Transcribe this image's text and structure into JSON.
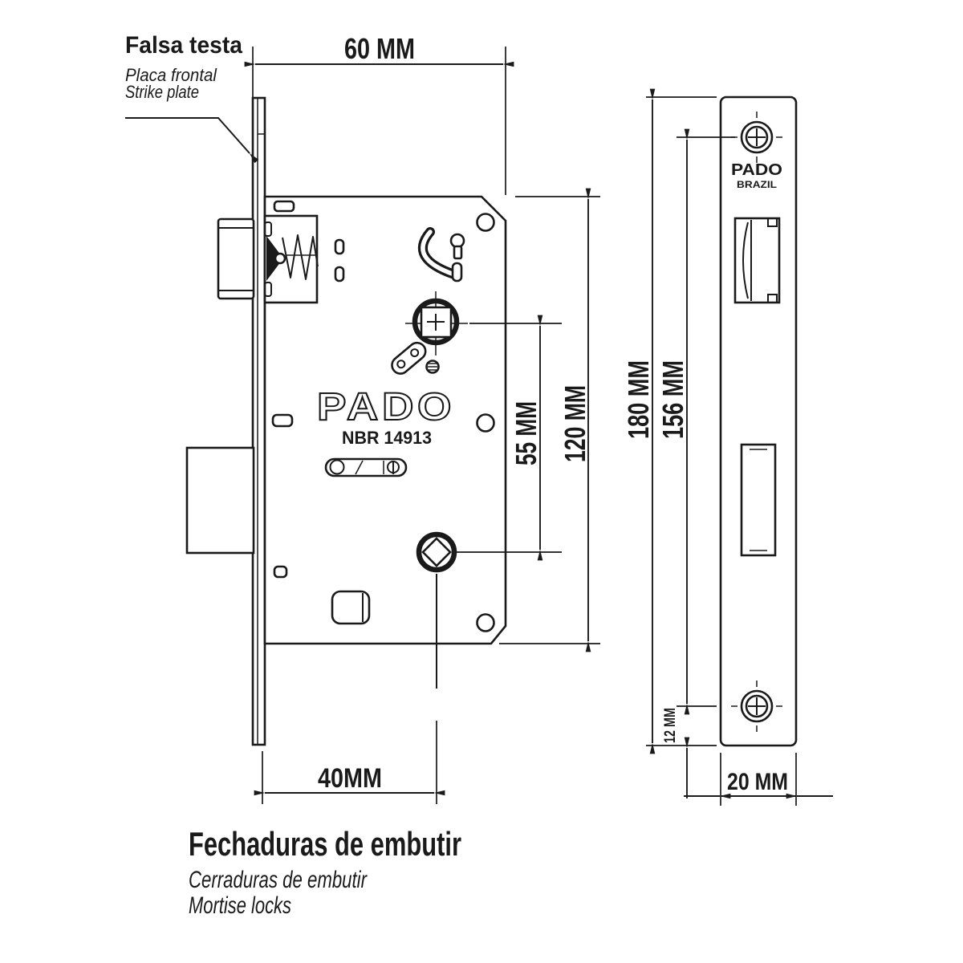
{
  "colors": {
    "ink": "#1a1a1a",
    "paper": "#ffffff"
  },
  "callout": {
    "title": "Falsa testa",
    "line1": "Placa frontal",
    "line2": "Strike plate"
  },
  "dimensions": {
    "top_width": "60 MM",
    "case_height": "120 MM",
    "hub_to_cylinder": "55 MM",
    "faceplate_height": "180 MM",
    "screw_centers": "156 MM",
    "screw_to_bottom": "12 MM",
    "backset": "40MM",
    "faceplate_width": "20 MM"
  },
  "case_markings": {
    "brand": "PADO",
    "standard": "NBR 14913"
  },
  "faceplate_markings": {
    "brand": "PADO",
    "origin": "BRAZIL"
  },
  "caption": {
    "title_pt": "Fechaduras de embutir",
    "subtitle_es": "Cerraduras de embutir",
    "subtitle_en": "Mortise locks"
  }
}
